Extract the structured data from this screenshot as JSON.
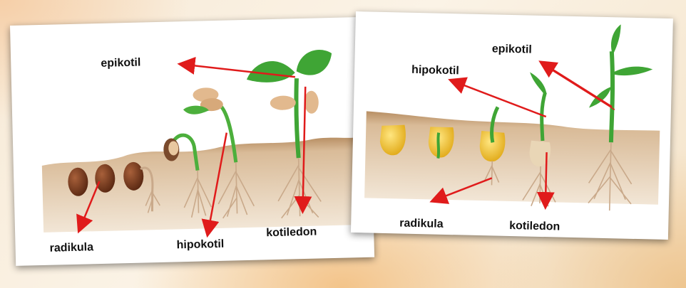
{
  "left_panel": {
    "labels": {
      "epikotil": "epikotil",
      "radikula": "radikula",
      "hipokotil": "hipokotil",
      "kotiledon": "kotiledon"
    }
  },
  "right_panel": {
    "labels": {
      "epikotil": "epikotil",
      "hipokotil": "hipokotil",
      "radikula": "radikula",
      "kotiledon": "kotiledon"
    }
  },
  "colors": {
    "arrow": "#e01b1b",
    "soil": "#c9a57c",
    "stem": "#3fa535",
    "bean_seed": "#7a3a1c",
    "corn_kernel": "#f2c020",
    "root": "#c9a98a"
  }
}
